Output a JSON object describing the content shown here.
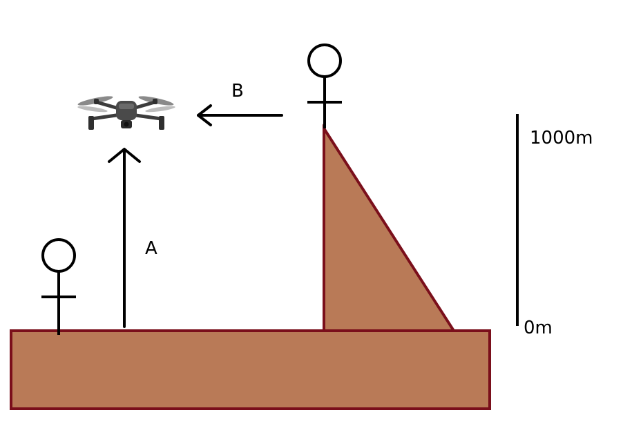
{
  "labels": {
    "a": "A",
    "b": "B",
    "scale_top": "1000m",
    "scale_bottom": "0m"
  },
  "colors": {
    "ground_fill": "#b97a57",
    "ground_stroke": "#7a0f1b",
    "line": "#000000",
    "drone_body": "#4a4a4a"
  },
  "icons": {
    "drone": "drone-icon",
    "person_left": "stick-figure-icon",
    "person_cliff": "stick-figure-icon"
  }
}
